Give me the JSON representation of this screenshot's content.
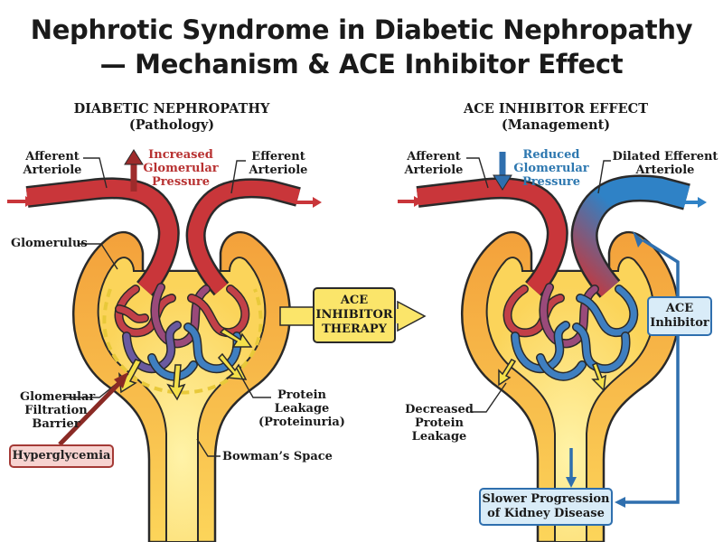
{
  "title": {
    "line1": "Nephrotic Syndrome in Diabetic Nephropathy",
    "line2": "— Mechanism & ACE Inhibitor Effect"
  },
  "left_panel": {
    "header": "DIABETIC NEPHROPATHY",
    "subheader": "(Pathology)",
    "afferent": [
      "Afferent",
      "Arteriole"
    ],
    "efferent": [
      "Efferent",
      "Arteriole"
    ],
    "pressure": [
      "Increased",
      "Glomerular",
      "Pressure"
    ],
    "glomerulus": "Glomerulus",
    "filtration_barrier": [
      "Glomerular",
      "Filtration",
      "Barrier"
    ],
    "hyperglycemia": "Hyperglycemia",
    "protein_leakage": [
      "Protein",
      "Leakage",
      "(Proteinuria)"
    ],
    "bowmans_space": "Bowman’s Space"
  },
  "center": {
    "therapy": [
      "ACE",
      "INHIBITOR",
      "THERAPY"
    ]
  },
  "right_panel": {
    "header": "ACE INHIBITOR EFFECT",
    "subheader": "(Management)",
    "afferent": [
      "Afferent",
      "Arteriole"
    ],
    "efferent": [
      "Dilated Efferent",
      "Arteriole"
    ],
    "pressure": [
      "Reduced",
      "Glomerular",
      "Pressure"
    ],
    "decreased_leakage": [
      "Decreased",
      "Protein",
      "Leakage"
    ],
    "ace_inhibitor": [
      "ACE",
      "Inhibitor"
    ],
    "outcome": [
      "Slower Progression",
      "of Kidney Disease"
    ]
  },
  "colors": {
    "artery_red": "#c9363a",
    "vein_blue": "#2f82c6",
    "capsule_yellow": "#fbd75a",
    "capsule_orange": "#f0a23c",
    "arrow_yellow": "#f4e04a",
    "therapy_box": "#fbe56a",
    "ace_box": "#d9ecf8",
    "hyperglycemia_box": "#f7d3d0"
  }
}
